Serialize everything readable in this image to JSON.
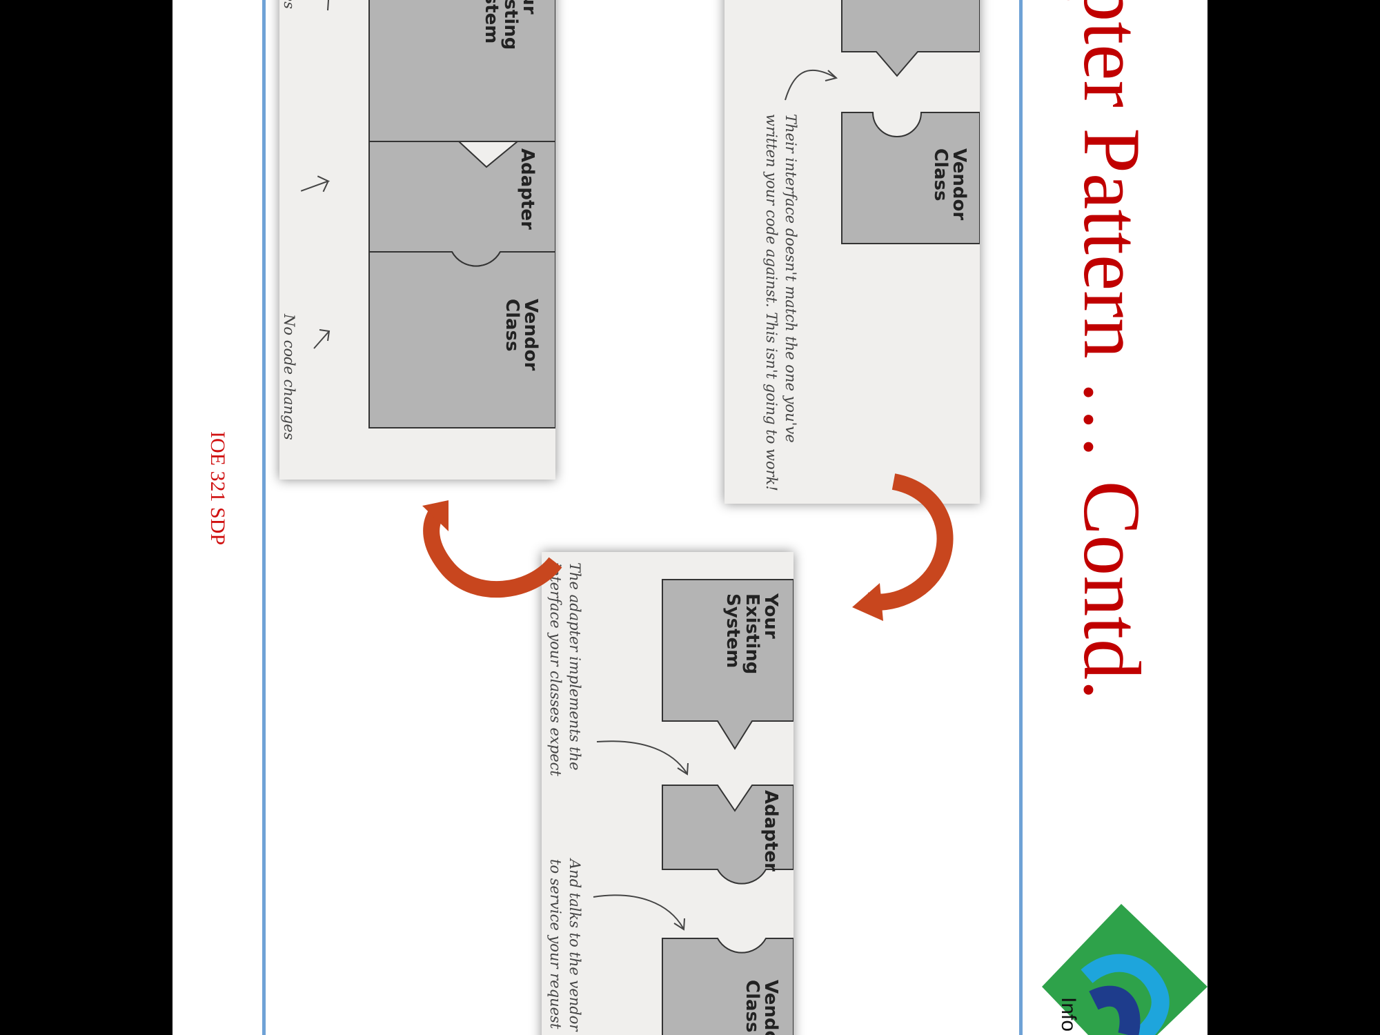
{
  "slide": {
    "title": "apter Pattern … Contd.",
    "footer": "IOE 321 SDP"
  },
  "panels": {
    "top_right": {
      "vendor_label_1": "Vendor",
      "vendor_label_2": "Class",
      "note_line_1": "Their interface doesn't match the one you've",
      "note_line_2": "written your code against. This isn't going to work!"
    },
    "bottom": {
      "existing_label_1": "Your",
      "existing_label_2": "Existing",
      "existing_label_3": "System",
      "adapter_label": "Adapter",
      "vendor_label_1": "Vendor",
      "vendor_label_2": "Class",
      "note1_line_1": "The adapter implements the",
      "note1_line_2": "interface your classes expect",
      "note2_line_1": "And talks to the vendor",
      "note2_line_2": "to service your request"
    },
    "left": {
      "existing_label_1": "Your",
      "existing_label_2": "Existing",
      "existing_label_3": "System",
      "adapter_label": "Adapter",
      "vendor_label_1": "Vendor",
      "vendor_label_2": "Class",
      "note_left": "changes",
      "note_right": "No code changes"
    }
  },
  "logo": {
    "text": "Info"
  },
  "colors": {
    "title": "#c00000",
    "footer": "#d01010",
    "arrow": "#c8461e",
    "frame_line": "#6fa2d6"
  }
}
